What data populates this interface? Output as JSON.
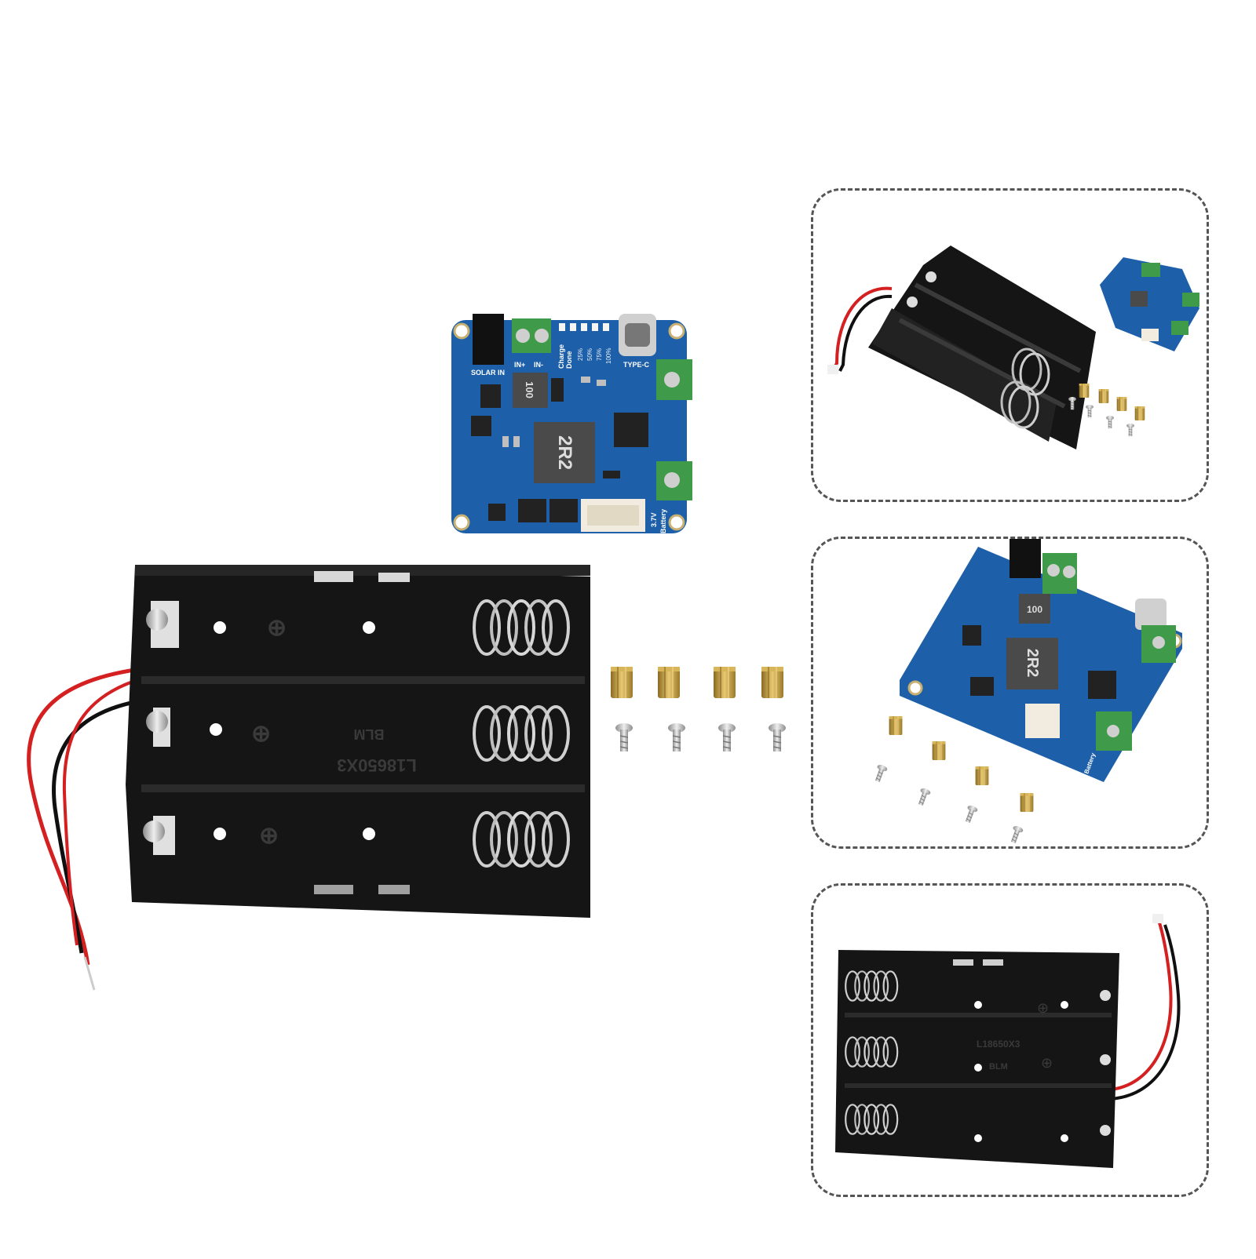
{
  "colors": {
    "pcb_blue": "#1d5fa8",
    "terminal_green": "#3f9a4a",
    "holder_black": "#151515",
    "spring_silver": "#c9c9c9",
    "brass": "#c8a040",
    "wire_red": "#d42020",
    "wire_black": "#101010"
  },
  "board": {
    "label_solar": "SOLAR IN",
    "label_in_plus": "IN+",
    "label_in_minus": "IN-",
    "label_charge": "Charge",
    "label_done": "Done",
    "label_25": "25%",
    "label_50": "50%",
    "label_75": "75%",
    "label_100": "100%",
    "label_typec": "TYPE-C",
    "label_battery": "Battery",
    "label_37v": "3.7V",
    "inductor_small": "100",
    "inductor_large": "2R2"
  },
  "holder": {
    "model": "L18650X3",
    "brand": "BLM"
  },
  "icons": [
    "pcb-board-icon",
    "battery-holder-icon",
    "standoff-icon",
    "screw-icon"
  ]
}
